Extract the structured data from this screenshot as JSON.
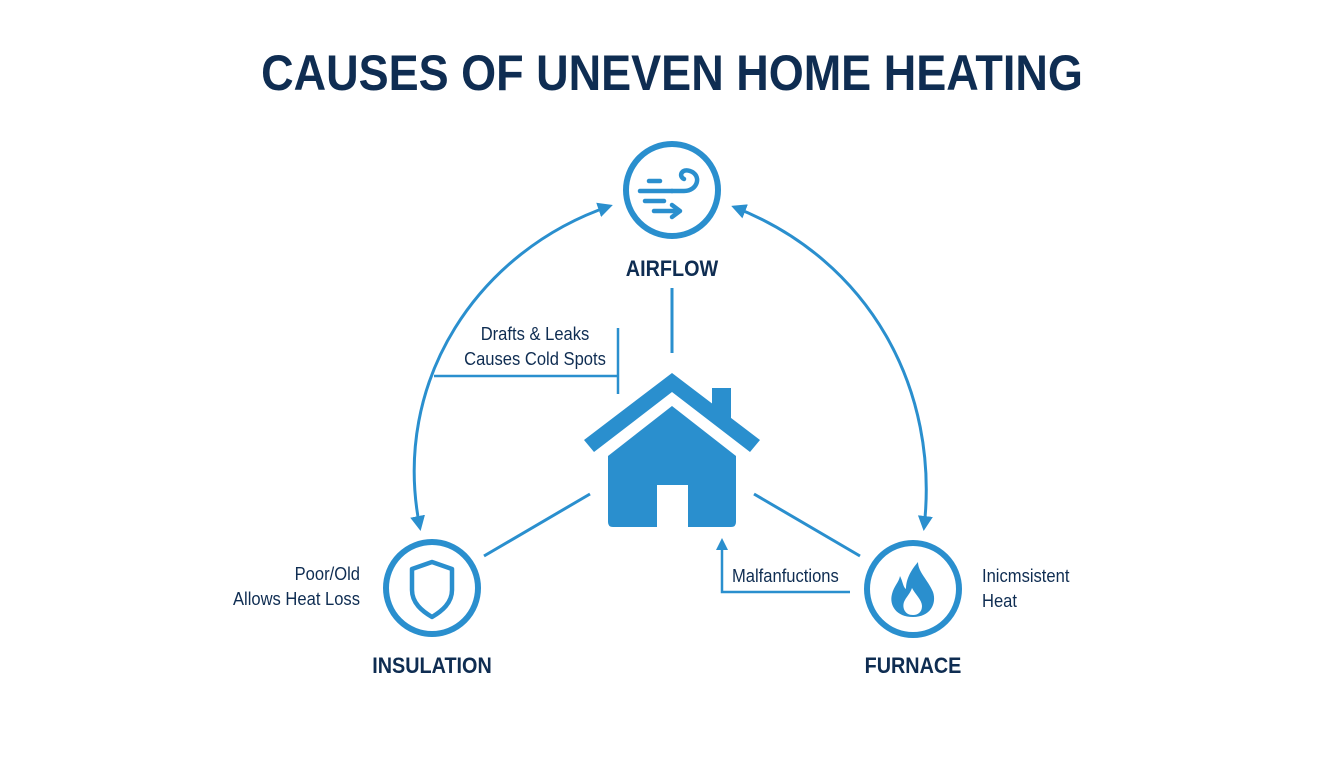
{
  "title": "CAUSES OF UNEVEN HOME HEATING",
  "colors": {
    "accent": "#2a8fce",
    "title": "#0f2d52",
    "background": "#ffffff"
  },
  "center": {
    "icon": "house-icon"
  },
  "nodes": [
    {
      "id": "airflow",
      "label": "AIRFLOW",
      "icon": "wind-icon",
      "note": [
        "Drafts & Leaks",
        "Causes Cold Spots"
      ]
    },
    {
      "id": "insulation",
      "label": "INSULATION",
      "icon": "shield-icon",
      "note": [
        "Poor/Old",
        "Allows Heat Loss"
      ]
    },
    {
      "id": "furnace",
      "label": "FURNACE",
      "icon": "flame-icon",
      "note_left": [
        "Malfanfuctions"
      ],
      "note_right": [
        "Inicmsistent",
        "Heat"
      ]
    }
  ]
}
